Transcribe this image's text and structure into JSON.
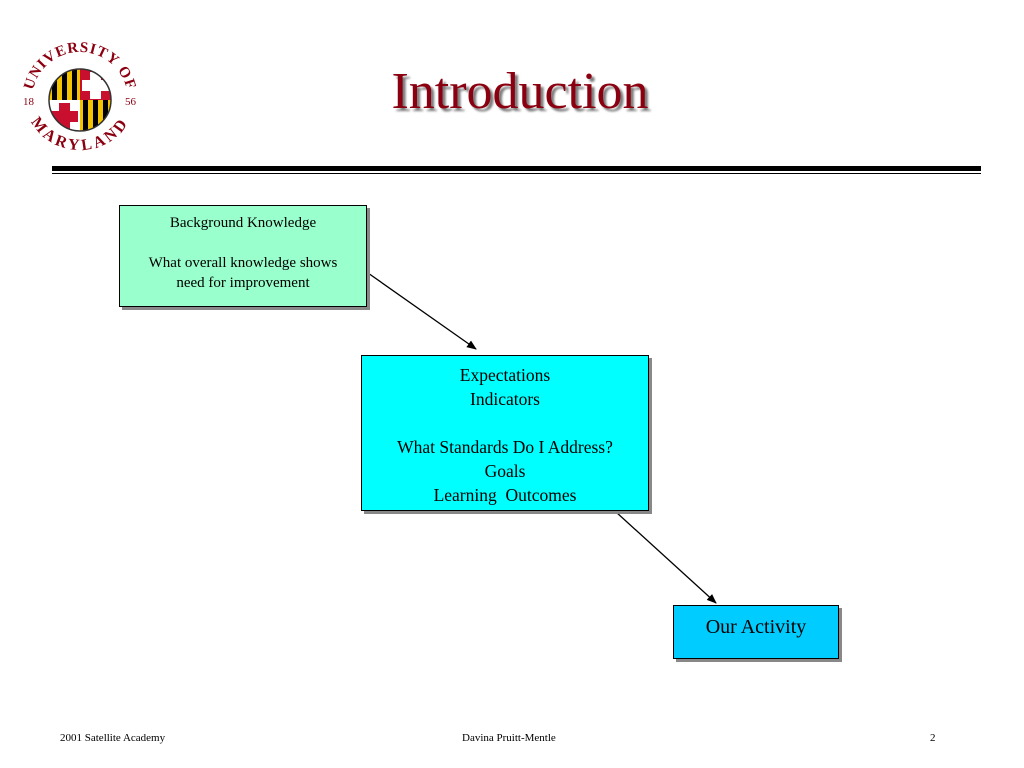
{
  "slide": {
    "title": "Introduction"
  },
  "logo": {
    "arc_text": "UNIVERSITY OF MARYLAND",
    "year_left": "18",
    "year_right": "56",
    "icon": "university-of-maryland-seal"
  },
  "boxes": {
    "background": {
      "line1": "Background Knowledge",
      "line2": "What overall knowledge shows",
      "line3": "need for improvement",
      "color": "#99ffcc"
    },
    "expectations": {
      "line1": "Expectations",
      "line2": "Indicators",
      "line3": "What Standards Do I Address?",
      "line4": "Goals",
      "line5": "Learning  Outcomes",
      "color": "#00ffff"
    },
    "activity": {
      "line1": "Our Activity",
      "color": "#00ccff"
    }
  },
  "footer": {
    "left": "2001 Satellite Academy",
    "center": "Davina Pruitt-Mentle",
    "right": "2"
  },
  "colors": {
    "title": "#8b0010",
    "rule": "#000000"
  }
}
